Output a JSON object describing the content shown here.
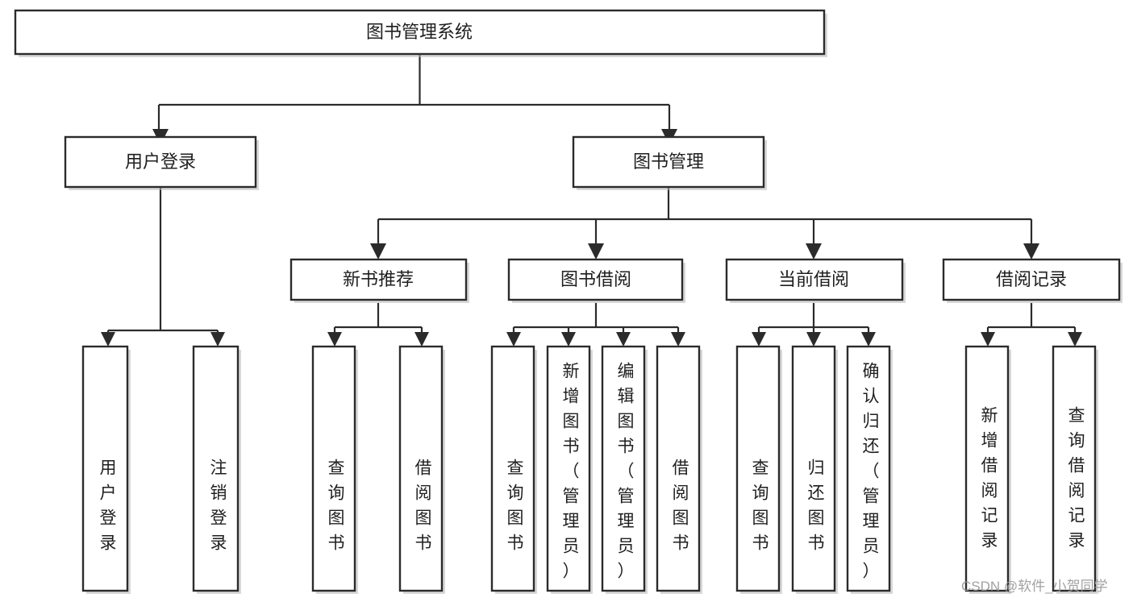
{
  "diagram": {
    "title": "图书管理系统",
    "type": "tree-hierarchy-chart",
    "background_color": "#ffffff",
    "box_stroke_color": "#2b2b2b",
    "box_fill_color": "#ffffff",
    "text_color": "#1f1f1f",
    "levels": {
      "level1": {
        "nodes": [
          {
            "id": "root",
            "label": "图书管理系统",
            "orientation": "horizontal"
          }
        ]
      },
      "level2": {
        "nodes": [
          {
            "id": "user-login",
            "label": "用户登录",
            "orientation": "horizontal",
            "parent": "root"
          },
          {
            "id": "book-manage",
            "label": "图书管理",
            "orientation": "horizontal",
            "parent": "root"
          }
        ]
      },
      "level3": {
        "nodes": [
          {
            "id": "new-book-rec",
            "label": "新书推荐",
            "orientation": "horizontal",
            "parent": "book-manage"
          },
          {
            "id": "book-borrow",
            "label": "图书借阅",
            "orientation": "horizontal",
            "parent": "book-manage"
          },
          {
            "id": "current-borrow",
            "label": "当前借阅",
            "orientation": "horizontal",
            "parent": "book-manage"
          },
          {
            "id": "borrow-record",
            "label": "借阅记录",
            "orientation": "horizontal",
            "parent": "book-manage"
          }
        ]
      },
      "level4": {
        "nodes": [
          {
            "id": "leaf-user-login",
            "label": "用户登录",
            "orientation": "vertical",
            "parent": "user-login"
          },
          {
            "id": "leaf-user-logout",
            "label": "注销登录",
            "orientation": "vertical",
            "parent": "user-login"
          },
          {
            "id": "leaf-query-book-1",
            "label": "查询图书",
            "orientation": "vertical",
            "parent": "new-book-rec"
          },
          {
            "id": "leaf-borrow-book-1",
            "label": "借阅图书",
            "orientation": "vertical",
            "parent": "new-book-rec"
          },
          {
            "id": "leaf-query-book-2",
            "label": "查询图书",
            "orientation": "vertical",
            "parent": "book-borrow"
          },
          {
            "id": "leaf-add-book",
            "label": "新增图书（管理员）",
            "orientation": "vertical",
            "parent": "book-borrow"
          },
          {
            "id": "leaf-edit-book",
            "label": "编辑图书（管理员）",
            "orientation": "vertical",
            "parent": "book-borrow"
          },
          {
            "id": "leaf-borrow-book-2",
            "label": "借阅图书",
            "orientation": "vertical",
            "parent": "book-borrow"
          },
          {
            "id": "leaf-query-book-3",
            "label": "查询图书",
            "orientation": "vertical",
            "parent": "current-borrow"
          },
          {
            "id": "leaf-return-book",
            "label": "归还图书",
            "orientation": "vertical",
            "parent": "current-borrow"
          },
          {
            "id": "leaf-confirm-return",
            "label": "确认归还（管理员）",
            "orientation": "vertical",
            "parent": "current-borrow"
          },
          {
            "id": "leaf-add-record",
            "label": "新增借阅记录",
            "orientation": "vertical",
            "parent": "borrow-record"
          },
          {
            "id": "leaf-query-record",
            "label": "查询借阅记录",
            "orientation": "vertical",
            "parent": "borrow-record"
          }
        ]
      }
    }
  },
  "watermark": {
    "text": "CSDN @软件_小贺同学",
    "color": "#9a9a9a"
  }
}
